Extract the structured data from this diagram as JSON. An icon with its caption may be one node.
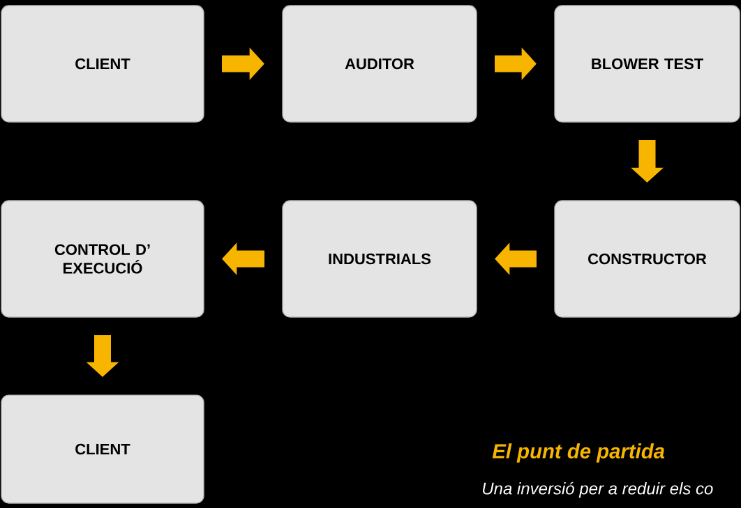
{
  "diagram": {
    "nodes": [
      {
        "text": [
          "CLIENT"
        ]
      },
      {
        "text": [
          "AUDITOR"
        ]
      },
      {
        "text": [
          "BLOWER TEST"
        ]
      },
      {
        "text": [
          "CONTROL D’ EXECUCIÓ"
        ]
      },
      {
        "text": [
          "INDUSTRIALS"
        ]
      },
      {
        "text": [
          "CONSTRUCTOR"
        ]
      },
      {
        "text": [
          "CLIENT"
        ]
      }
    ],
    "edges": [
      {
        "from": 0,
        "to": 1,
        "arrow": "to"
      },
      {
        "from": 1,
        "to": 2,
        "arrow": "to"
      },
      {
        "from": 2,
        "to": 5,
        "arrow": "to"
      },
      {
        "from": 5,
        "to": 4,
        "arrow": "to"
      },
      {
        "from": 4,
        "to": 3,
        "arrow": "to"
      },
      {
        "from": 3,
        "to": 6,
        "arrow": "to"
      }
    ],
    "labels": [
      "El punt de partida",
      "Una inversió per a reduir els co"
    ]
  }
}
